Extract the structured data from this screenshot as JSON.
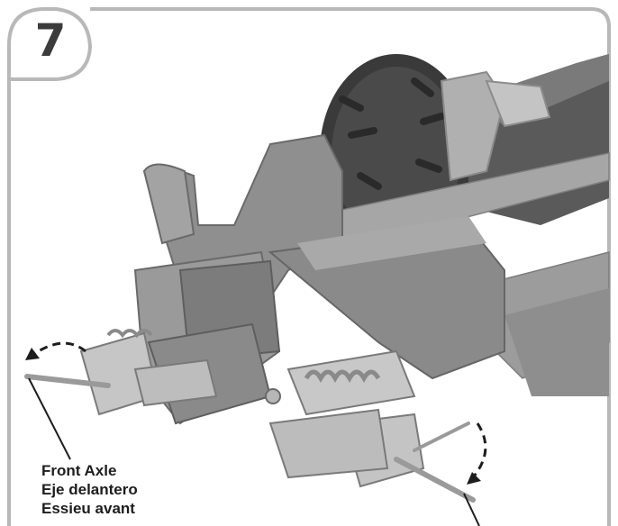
{
  "step": {
    "number": "7"
  },
  "callout": {
    "lines": [
      "Front Axle",
      "Eje delantero",
      "Essieu avant"
    ]
  },
  "colors": {
    "frame": "#b5b5b5",
    "plastic": "#9a9a9a",
    "plastic_dark": "#6e6e6e",
    "tire": "#3a3a3a",
    "axle": "#c8c8c8",
    "text": "#1d1d1d"
  }
}
